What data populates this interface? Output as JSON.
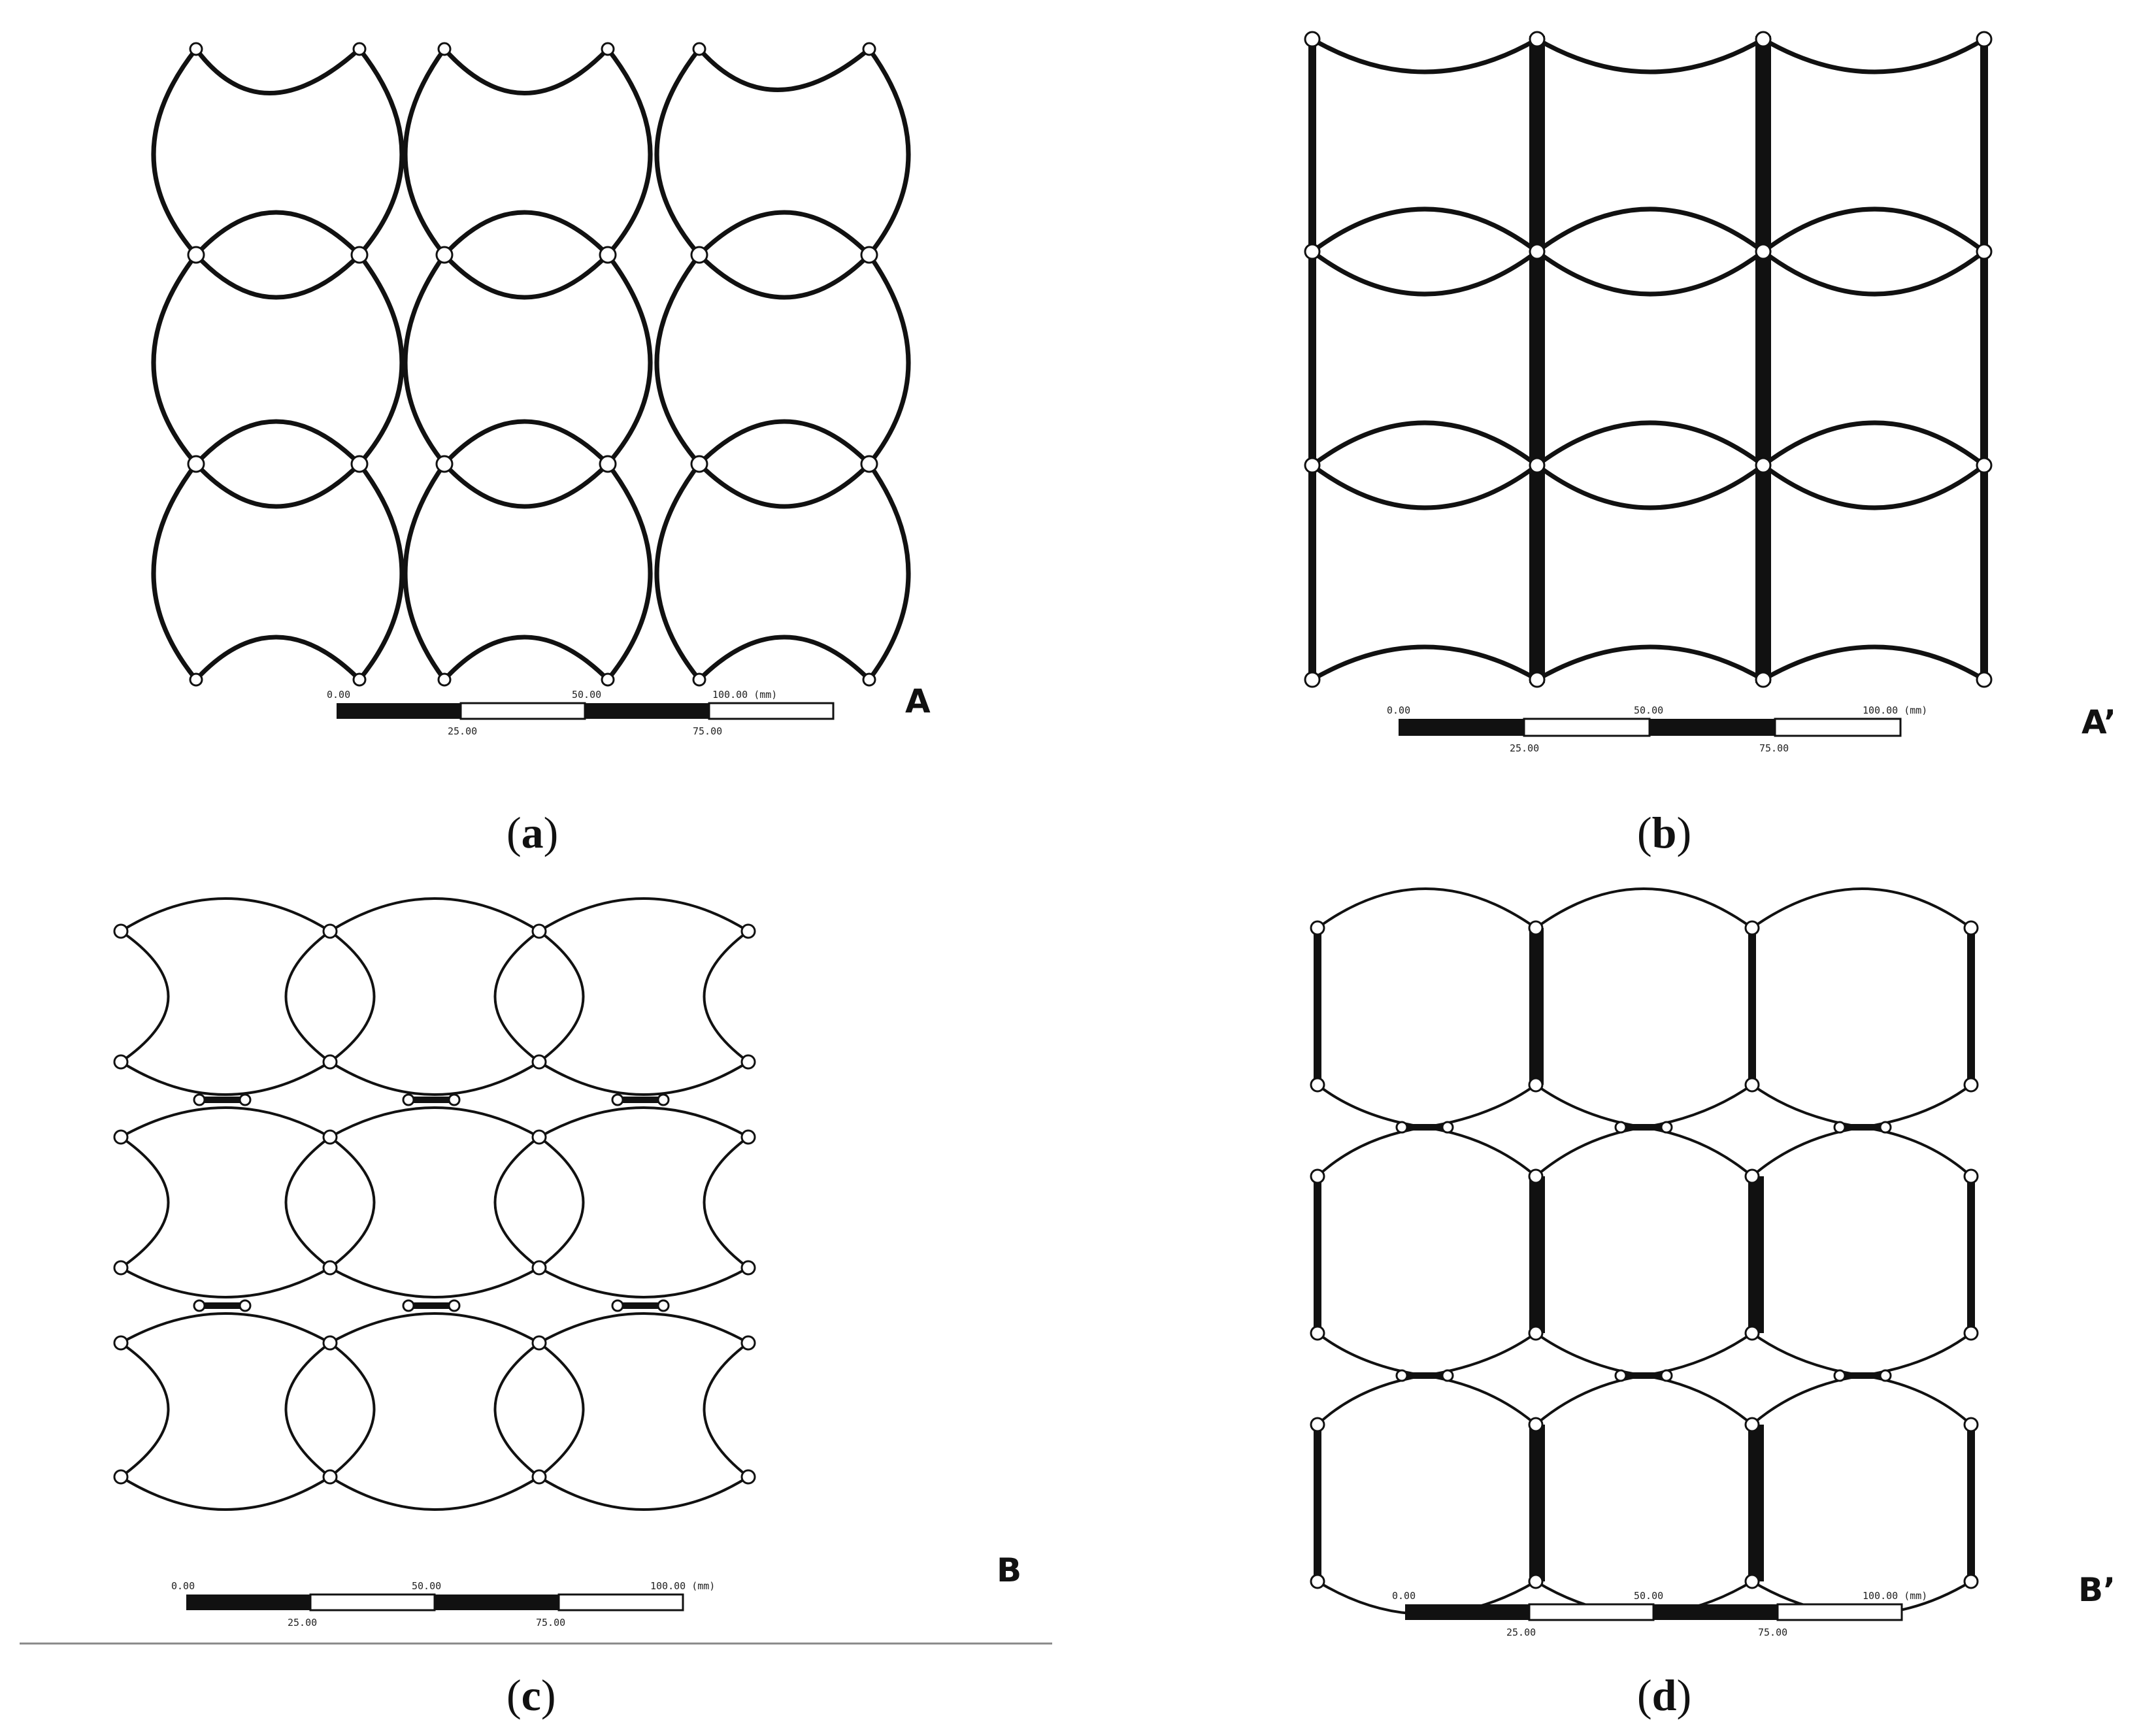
{
  "figure": {
    "panels": [
      {
        "id": "a",
        "letter": "A",
        "caption_open": "(",
        "caption_letter": "a",
        "caption_close": ")",
        "scale": {
          "ticks_top": [
            "0.00",
            "50.00",
            "100.00 (mm)"
          ],
          "ticks_bottom": [
            "25.00",
            "75.00"
          ]
        }
      },
      {
        "id": "b",
        "letter": "A’",
        "caption_open": "(",
        "caption_letter": "b",
        "caption_close": ")",
        "scale": {
          "ticks_top": [
            "0.00",
            "50.00",
            "100.00 (mm)"
          ],
          "ticks_bottom": [
            "25.00",
            "75.00"
          ]
        }
      },
      {
        "id": "c",
        "letter": "B",
        "caption_open": "(",
        "caption_letter": "c",
        "caption_close": ")",
        "scale": {
          "ticks_top": [
            "0.00",
            "50.00",
            "100.00 (mm)"
          ],
          "ticks_bottom": [
            "25.00",
            "75.00"
          ]
        }
      },
      {
        "id": "d",
        "letter": "B’",
        "caption_open": "(",
        "caption_letter": "d",
        "caption_close": ")",
        "scale": {
          "ticks_top": [
            "0.00",
            "50.00",
            "100.00 (mm)"
          ],
          "ticks_bottom": [
            "25.00",
            "75.00"
          ]
        }
      }
    ]
  }
}
